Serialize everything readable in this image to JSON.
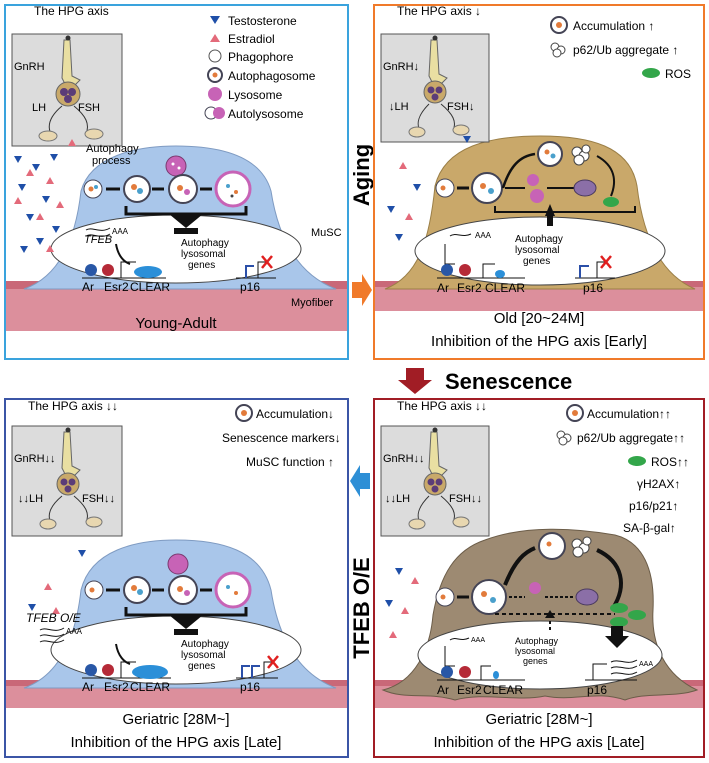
{
  "legend": {
    "testosterone": "Testosterone",
    "estradiol": "Estradiol",
    "phagophore": "Phagophore",
    "autophagosome": "Autophagosome",
    "lysosome": "Lysosome",
    "autolysosome": "Autolysosome"
  },
  "young": {
    "title": "The HPG axis",
    "gnrh": "GnRH",
    "lh": "LH",
    "fsh": "FSH",
    "autophagy_process": "Autophagy\nprocess",
    "tfeb": "TFEB",
    "aaa": "AAA",
    "genes": "Autophagy\nlysosomal\ngenes",
    "ar": "Ar",
    "esr2": "Esr2",
    "clear": "CLEAR",
    "p16": "p16",
    "musc": "MuSC",
    "myofiber": "Myofiber",
    "caption": "Young-Adult"
  },
  "old": {
    "title": "The HPG axis ↓",
    "gnrh": "GnRH↓",
    "lh": "↓LH",
    "fsh": "FSH↓",
    "acc": "Accumulation ↑",
    "p62": "p62/Ub aggregate ↑",
    "ros": "ROS",
    "aaa": "AAA",
    "genes": "Autophagy\nlysosomal\ngenes",
    "ar": "Ar",
    "esr2": "Esr2",
    "clear": "CLEAR",
    "p16": "p16",
    "caption1": "Old [20~24M]",
    "caption2": "Inhibition of the HPG axis [Early]"
  },
  "tfeb": {
    "title": "The HPG axis ↓↓",
    "gnrh": "GnRH↓↓",
    "lh": "↓↓LH",
    "fsh": "FSH↓↓",
    "acc": "Accumulation↓",
    "sen": "Senescence markers↓",
    "musc": "MuSC function ↑",
    "tfeb_oe": "TFEB O/E",
    "aaa": "AAA",
    "genes": "Autophagy\nlysosomal\ngenes",
    "ar": "Ar",
    "esr2": "Esr2",
    "clear": "CLEAR",
    "p16": "p16",
    "caption1": "Geriatric [28M~]",
    "caption2": "Inhibition of the HPG axis [Late]"
  },
  "ger": {
    "title": "The HPG axis ↓↓",
    "gnrh": "GnRH↓↓",
    "lh": "↓↓LH",
    "fsh": "FSH↓↓",
    "acc": "Accumulation↑↑",
    "p62": "p62/Ub aggregate↑↑",
    "ros": "ROS↑↑",
    "h2ax": "γH2AX↑",
    "p16p21": "p16/p21↑",
    "sabgal": "SA-β-gal↑",
    "aaa": "AAA",
    "genes": "Autophagy\nlysosomal\ngenes",
    "ar": "Ar",
    "esr2": "Esr2",
    "clear": "CLEAR",
    "p16": "p16",
    "caption1": "Geriatric [28M~]",
    "caption2": "Inhibition of the HPG axis [Late]"
  },
  "arrows": {
    "aging": "Aging",
    "senescence": "Senescence",
    "tfeb_oe": "TFEB O/E"
  },
  "colors": {
    "young_border": "#3aa3dd",
    "old_border": "#f07a2a",
    "tfeb_border": "#3b55a6",
    "ger_border": "#a11d25",
    "cell_young": "#a9c6ea",
    "cell_old": "#c9a86a",
    "cell_ger": "#9d8a72",
    "myofiber": "#d98a98",
    "ros": "#33a64a",
    "testosterone": "#1f4fa8",
    "estradiol": "#e36a7a"
  }
}
